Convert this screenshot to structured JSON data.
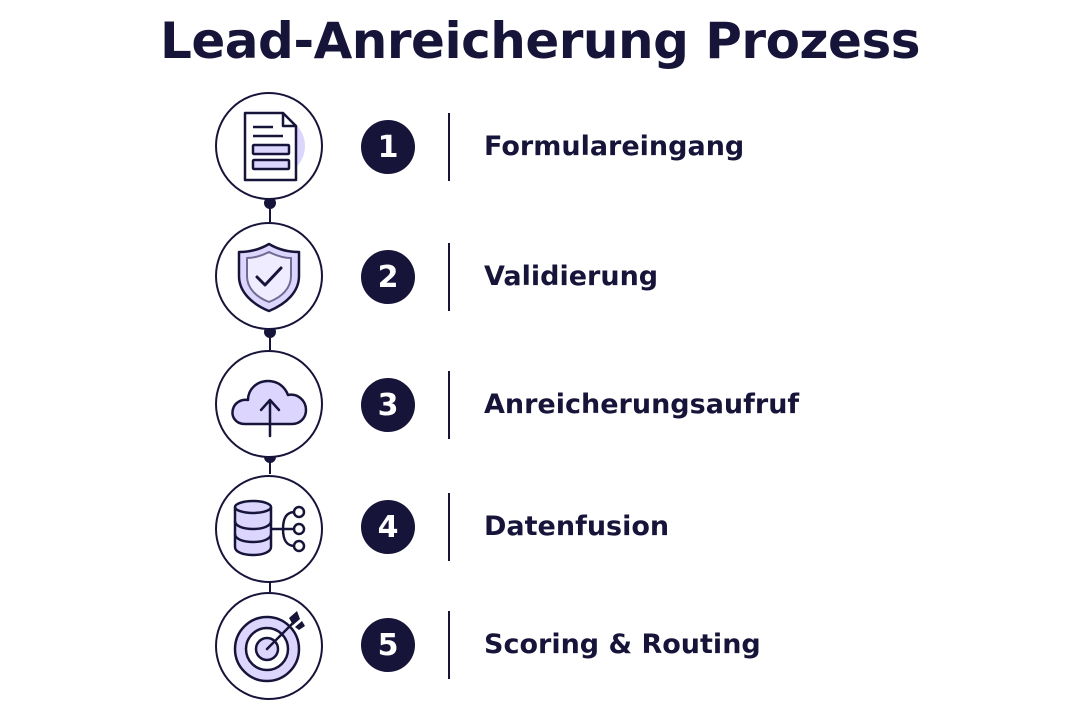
{
  "title": "Lead-Anreicherung Prozess",
  "colors": {
    "ink": "#17143a",
    "accent_fill": "#dcd6ff",
    "background": "#ffffff"
  },
  "steps": [
    {
      "number": "1",
      "label": "Formulareingang",
      "icon": "document-form-icon"
    },
    {
      "number": "2",
      "label": "Validierung",
      "icon": "shield-check-icon"
    },
    {
      "number": "3",
      "label": "Anreicherungsaufruf",
      "icon": "cloud-upload-icon"
    },
    {
      "number": "4",
      "label": "Datenfusion",
      "icon": "database-merge-icon"
    },
    {
      "number": "5",
      "label": "Scoring & Routing",
      "icon": "target-arrow-icon"
    }
  ]
}
